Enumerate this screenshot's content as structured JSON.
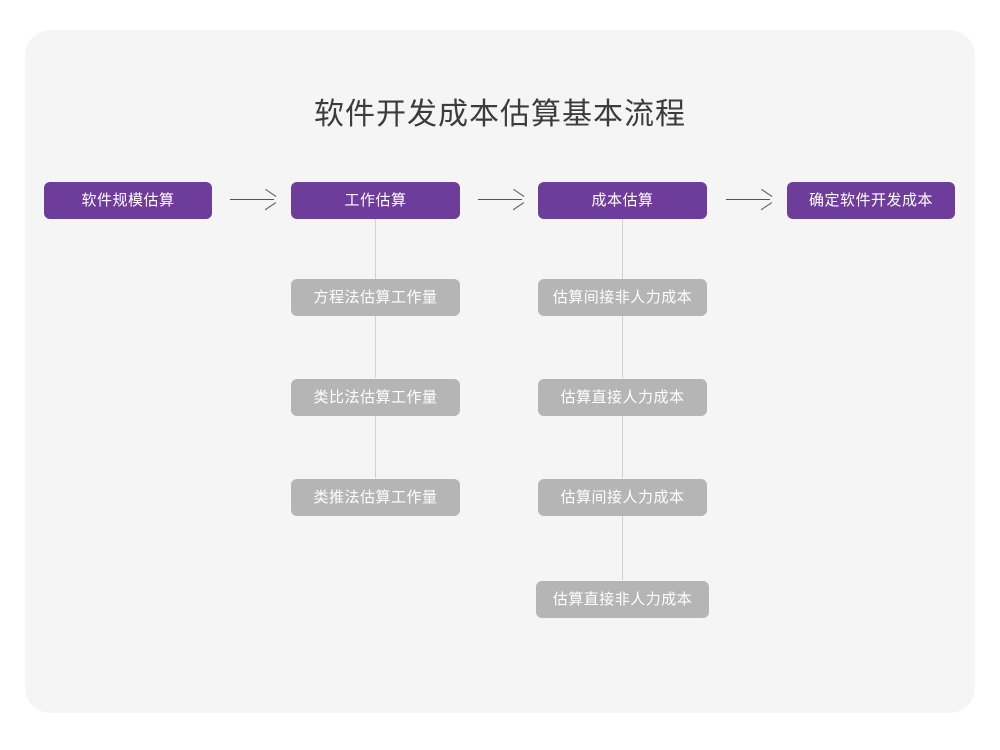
{
  "page": {
    "background_color": "#ffffff",
    "card_color": "#f5f5f5"
  },
  "title": "软件开发成本估算基本流程",
  "colors": {
    "primary_node": "#6e3d9c",
    "secondary_node": "#b5b5b5",
    "node_text": "#ffffff",
    "title_text": "#3c3c3c",
    "arrow": "#555555",
    "connector": "#d2d0d4"
  },
  "flow": {
    "stages": [
      {
        "label": "软件规模估算",
        "substeps": []
      },
      {
        "label": "工作估算",
        "substeps": [
          "方程法估算工作量",
          "类比法估算工作量",
          "类推法估算工作量"
        ]
      },
      {
        "label": "成本估算",
        "substeps": [
          "估算间接非人力成本",
          "估算直接人力成本",
          "估算间接人力成本",
          "估算直接非人力成本"
        ]
      },
      {
        "label": "确定软件开发成本",
        "substeps": []
      }
    ],
    "arrows": [
      {
        "name": "arrow-stage1-to-stage2"
      },
      {
        "name": "arrow-stage2-to-stage3"
      },
      {
        "name": "arrow-stage3-to-stage4"
      }
    ]
  }
}
